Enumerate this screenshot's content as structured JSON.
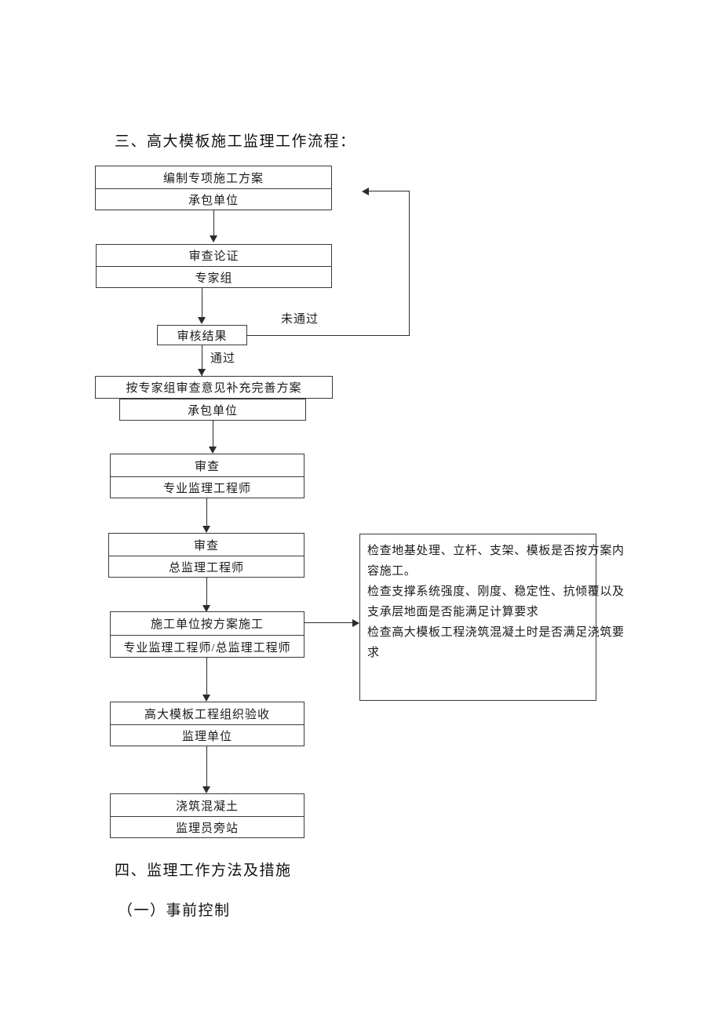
{
  "document": {
    "section_three_heading": "三、高大模板施工监理工作流程：",
    "section_four_heading": "四、监理工作方法及措施",
    "subsection_one_heading": "（一）事前控制"
  },
  "flowchart": {
    "nodes": [
      {
        "id": "prepare-plan",
        "title": "编制专项施工方案",
        "actor": "承包单位"
      },
      {
        "id": "review-demonstration",
        "title": "审查论证",
        "actor": "专家组"
      },
      {
        "id": "review-result",
        "title": "审核结果"
      },
      {
        "id": "supplement-plan",
        "title": "按专家组审查意见补充完善方案",
        "actor": "承包单位"
      },
      {
        "id": "review-specialist",
        "title": "审查",
        "actor": "专业监理工程师"
      },
      {
        "id": "review-chief",
        "title": "审查",
        "actor": "总监理工程师"
      },
      {
        "id": "construct-by-plan",
        "title": "施工单位按方案施工",
        "actor": "专业监理工程师/总监理工程师"
      },
      {
        "id": "organize-acceptance",
        "title": "高大模板工程组织验收",
        "actor": "监理单位"
      },
      {
        "id": "pour-concrete",
        "title": "浇筑混凝土",
        "actor": "监理员旁站"
      }
    ],
    "edge_labels": {
      "fail": "未通过",
      "pass": "通过"
    },
    "note": {
      "lines": [
        "检查地基处理、立杆、支架、模板是否按方案内",
        "容施工。",
        "检查支撑系统强度、刚度、稳定性、抗倾覆以及",
        "支承层地面是否能满足计算要求",
        "检查高大模板工程浇筑混凝土时是否满足浇筑要",
        "求"
      ]
    }
  }
}
